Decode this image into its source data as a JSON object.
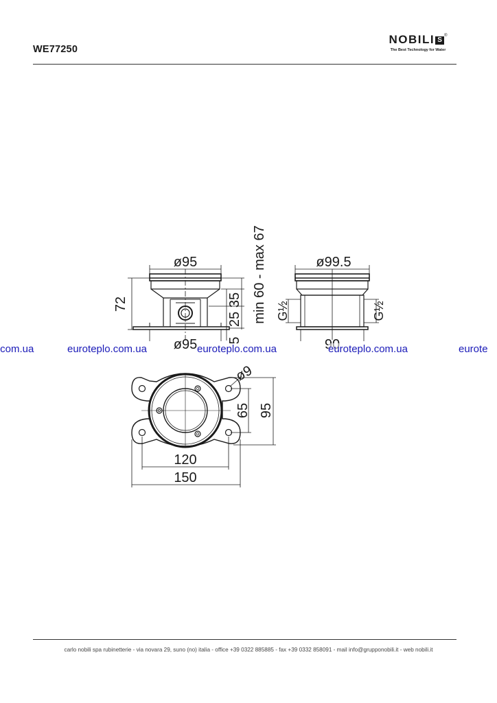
{
  "header": {
    "product_code": "WE77250",
    "brand_name": "NOBILI",
    "brand_mark": "S",
    "brand_registered": "®",
    "brand_tagline": "The Best Technology for Water"
  },
  "drawing": {
    "side_view": {
      "diameter": "ø95",
      "height": "72",
      "dim_upper": "35",
      "dim_middle": "25",
      "dim_lower": "5",
      "depth_range": "min 60 - max 67",
      "base_diameter": "ø95"
    },
    "front_view": {
      "diameter": "ø99.5",
      "thread_left": "G½",
      "thread_right": "G½",
      "base_width": "90"
    },
    "top_view": {
      "hole_diameter": "ø9",
      "inner_height": "65",
      "outer_height": "95",
      "inner_width": "120",
      "outer_width": "150"
    }
  },
  "watermark": {
    "text": "euroteplo.com.ua",
    "partial_left": ".com.ua",
    "partial_right": "eurote",
    "color": "#1a1ab8"
  },
  "footer": {
    "text": "carlo nobili spa rubinetterie - via novara 29, suno (no) italia - office +39 0322 885885 - fax +39 0332 858091 - mail info@grupponobili.it - web nobili.it"
  }
}
